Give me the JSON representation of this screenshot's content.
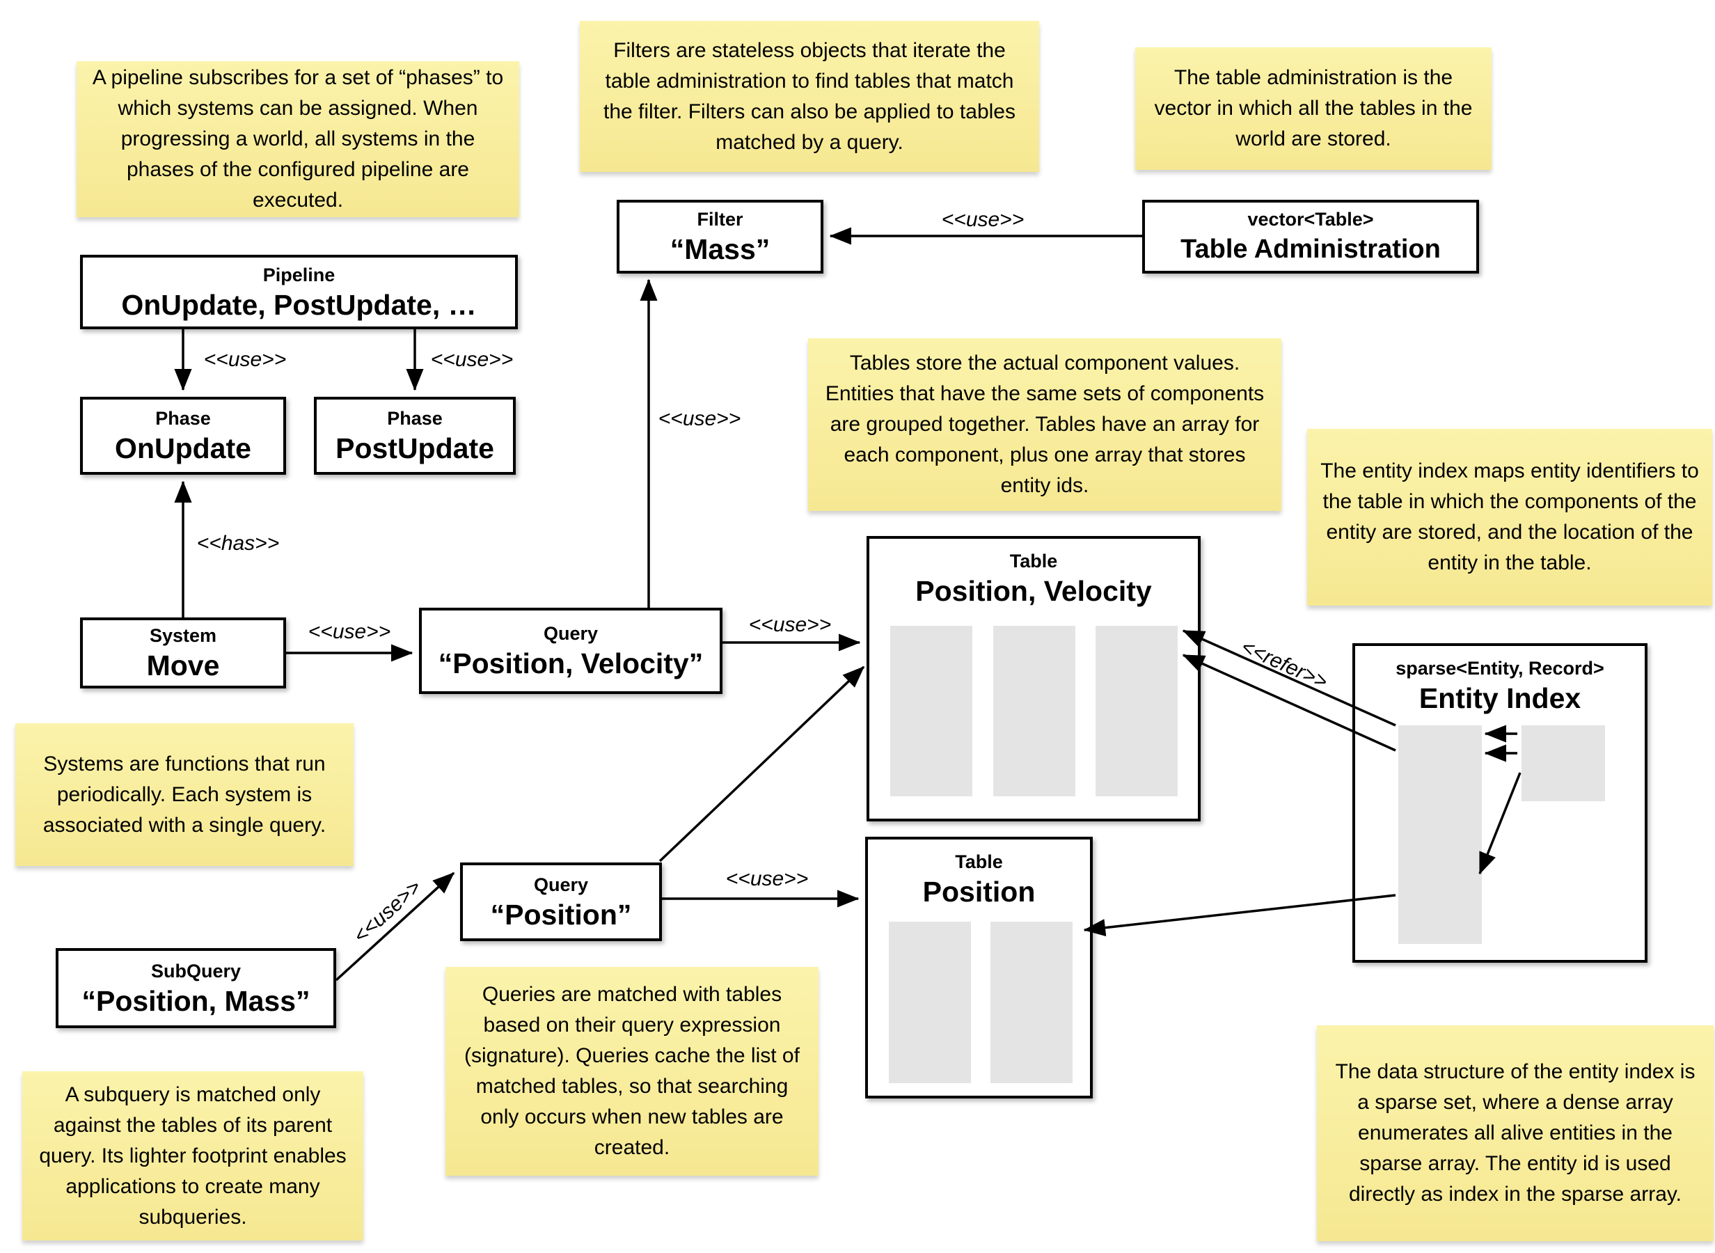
{
  "notes": {
    "pipeline": "A pipeline subscribes for a set of “phases” to which systems can be assigned. When progressing a world, all systems in the phases of the configured pipeline are executed.",
    "filters": "Filters are stateless objects that iterate the table administration to find tables that match the filter. Filters can also be applied to tables matched by a query.",
    "table_admin": "The table administration is the vector in which all the tables in the world are stored.",
    "tables": "Tables store the actual component values. Entities that have the same sets of components are grouped together. Tables have an array for each component, plus one array that stores entity ids.",
    "entity_index": "The entity index maps entity identifiers to the table in which the components of the entity are stored, and the location of the entity in the table.",
    "systems": "Systems are functions that run periodically. Each system is associated with a single query.",
    "queries": "Queries are matched with tables based on their query expression (signature). Queries cache the list of matched tables, so that searching only occurs when new tables are created.",
    "subquery": "A subquery is matched only against the tables of its parent query. Its lighter footprint enables applications to create many subqueries.",
    "sparse_set": "The data structure of the entity index is a sparse set, where a dense array enumerates all alive entities in the sparse array. The entity id is used directly as index in the sparse array."
  },
  "boxes": {
    "pipeline": {
      "title": "Pipeline",
      "value": "OnUpdate, PostUpdate, …"
    },
    "phase_onupdate": {
      "title": "Phase",
      "value": "OnUpdate"
    },
    "phase_postupdate": {
      "title": "Phase",
      "value": "PostUpdate"
    },
    "filter": {
      "title": "Filter",
      "value": "“Mass”"
    },
    "table_admin": {
      "title": "vector<Table>",
      "value": "Table Administration"
    },
    "system_move": {
      "title": "System",
      "value": "Move"
    },
    "query_pv": {
      "title": "Query",
      "value": "“Position, Velocity”"
    },
    "query_p": {
      "title": "Query",
      "value": "“Position”"
    },
    "subquery": {
      "title": "SubQuery",
      "value": "“Position, Mass”"
    },
    "table_pv": {
      "title": "Table",
      "value": "Position, Velocity"
    },
    "table_p": {
      "title": "Table",
      "value": "Position"
    },
    "entity_index": {
      "title": "sparse<Entity, Record>",
      "value": "Entity Index"
    }
  },
  "labels": {
    "use": "<<use>>",
    "has": "<<has>>",
    "refer": "<<refer>>"
  }
}
